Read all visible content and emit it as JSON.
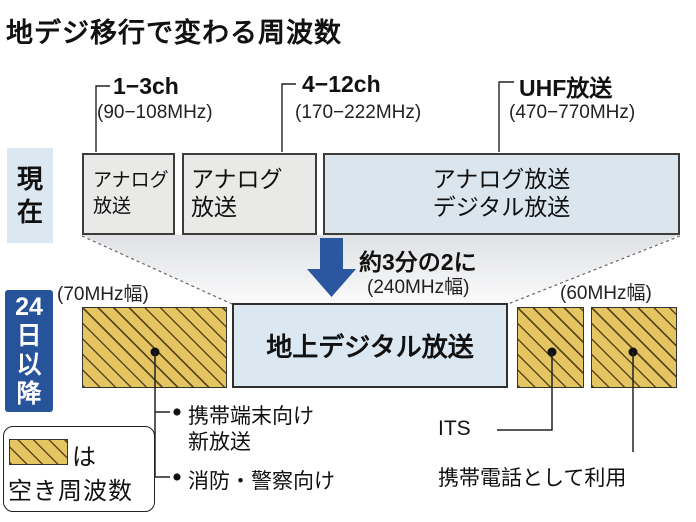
{
  "title": "地デジ移行で変わる周波数",
  "colors": {
    "light_blue_fill": "#dce8f1",
    "gray_band_fill": "#e9e9e7",
    "blue_band_fill": "#dae5ee",
    "dark_blue": "#27539b",
    "arrow_blue": "#2b57a0",
    "hatch_yellow": "#e5c462"
  },
  "channel_labels": [
    {
      "name": "1−3ch",
      "range": "(90−108MHz)"
    },
    {
      "name": "4−12ch",
      "range": "(170−222MHz)"
    },
    {
      "name": "UHF放送",
      "range": "(470−770MHz)"
    }
  ],
  "current_row": {
    "label_parts": [
      "現",
      "在"
    ],
    "bands": [
      {
        "line1": "アナログ",
        "line2": "放送"
      },
      {
        "line1": "アナログ",
        "line2": "放送"
      },
      {
        "line1": "アナログ放送",
        "line2": "デジタル放送"
      }
    ]
  },
  "transition": {
    "label": "約3分の2に",
    "bandwidth": "(240MHz幅)"
  },
  "after_row": {
    "label_parts": [
      "24",
      "日",
      "以",
      "降"
    ],
    "left_bandwidth": "(70MHz幅)",
    "digital_label": "地上デジタル放送",
    "right_bandwidth": "(60MHz幅)"
  },
  "annotations": {
    "mobile_line1": "携帯端末向け",
    "mobile_line2": "新放送",
    "fire_police": "消防・警察向け",
    "its": "ITS",
    "cellphone": "携帯電話として利用"
  },
  "legend": {
    "suffix": "は",
    "label": "空き周波数"
  }
}
